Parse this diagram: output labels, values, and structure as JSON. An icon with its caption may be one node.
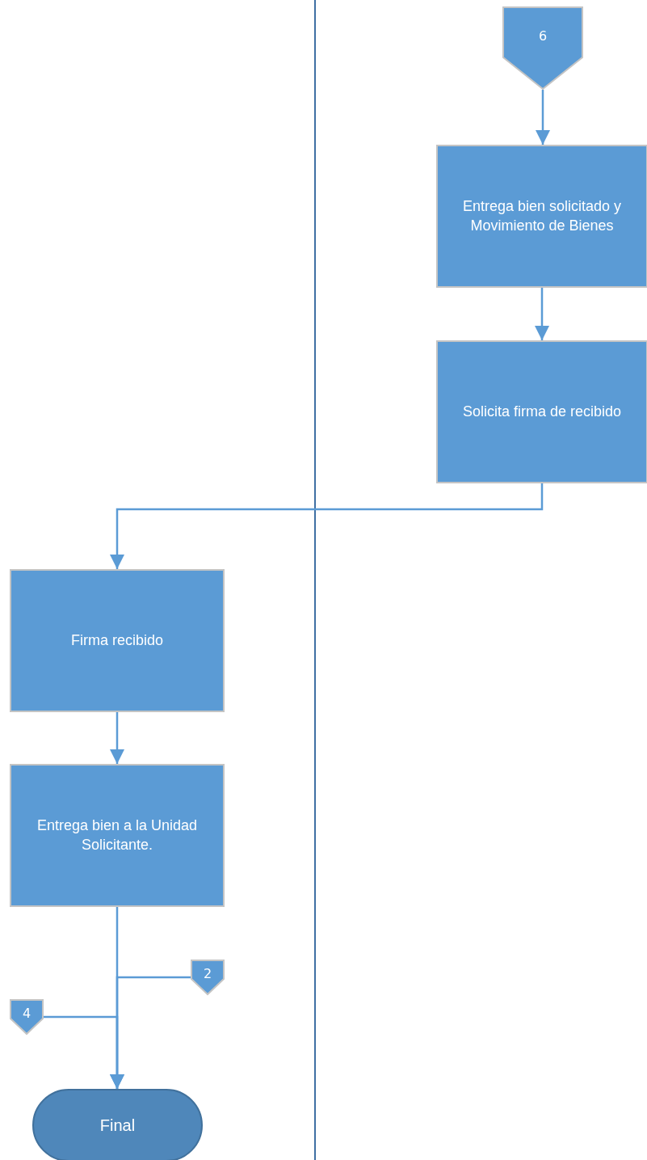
{
  "diagram": {
    "nodes": [
      {
        "text": [
          "6"
        ]
      },
      {
        "text": [
          "Entrega bien solicitado y Movimiento de Bienes"
        ]
      },
      {
        "text": [
          "Solicita firma de recibido"
        ]
      },
      {
        "text": [
          "Firma recibido"
        ]
      },
      {
        "text": [
          "Entrega bien a la Unidad Solicitante."
        ]
      },
      {
        "text": [
          "2"
        ]
      },
      {
        "text": [
          "4"
        ]
      },
      {
        "text": [
          "Final"
        ]
      }
    ],
    "edges": [
      {
        "from": 0,
        "to": 1,
        "arrow": "to"
      },
      {
        "from": 1,
        "to": 2,
        "arrow": "to"
      },
      {
        "from": 2,
        "to": 3,
        "arrow": "to"
      },
      {
        "from": 3,
        "to": 4,
        "arrow": "to"
      },
      {
        "from": 4,
        "to": 7,
        "arrow": "to"
      },
      {
        "from": 5,
        "to": 7,
        "arrow": "to"
      },
      {
        "from": 6,
        "to": 7,
        "arrow": "to"
      }
    ]
  }
}
